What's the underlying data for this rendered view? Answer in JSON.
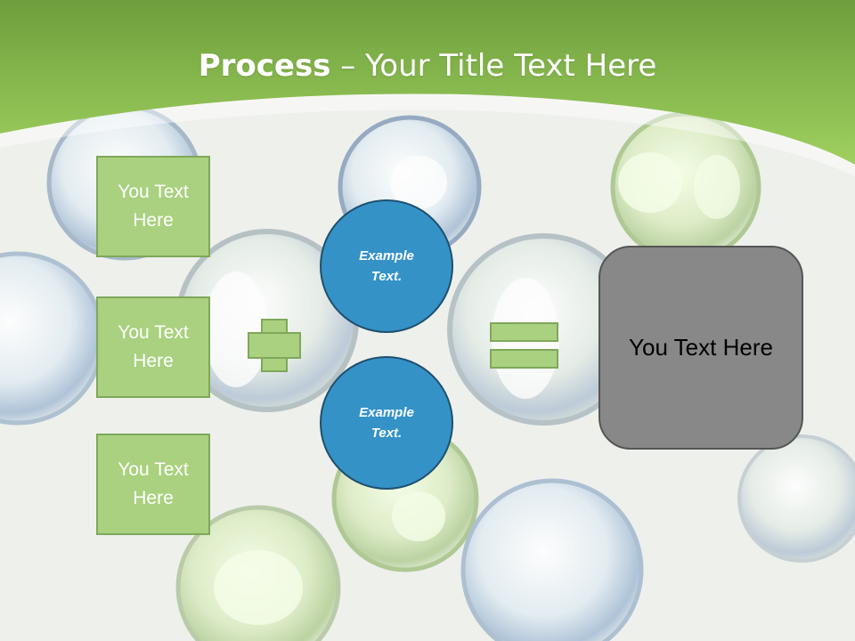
{
  "title": {
    "bold": "Process",
    "rest": " – Your Title Text Here"
  },
  "inputs": [
    {
      "label": "You Text Here"
    },
    {
      "label": "You Text Here"
    },
    {
      "label": "You Text Here"
    }
  ],
  "circles": [
    {
      "label": "Example Text."
    },
    {
      "label": "Example Text."
    }
  ],
  "result": {
    "label": "You Text Here"
  },
  "colors": {
    "header_green": "#8cc34e",
    "box_fill": "#a9d17f",
    "box_border": "#7ea85a",
    "circle_fill": "#3492c7",
    "result_fill": "#888888"
  }
}
